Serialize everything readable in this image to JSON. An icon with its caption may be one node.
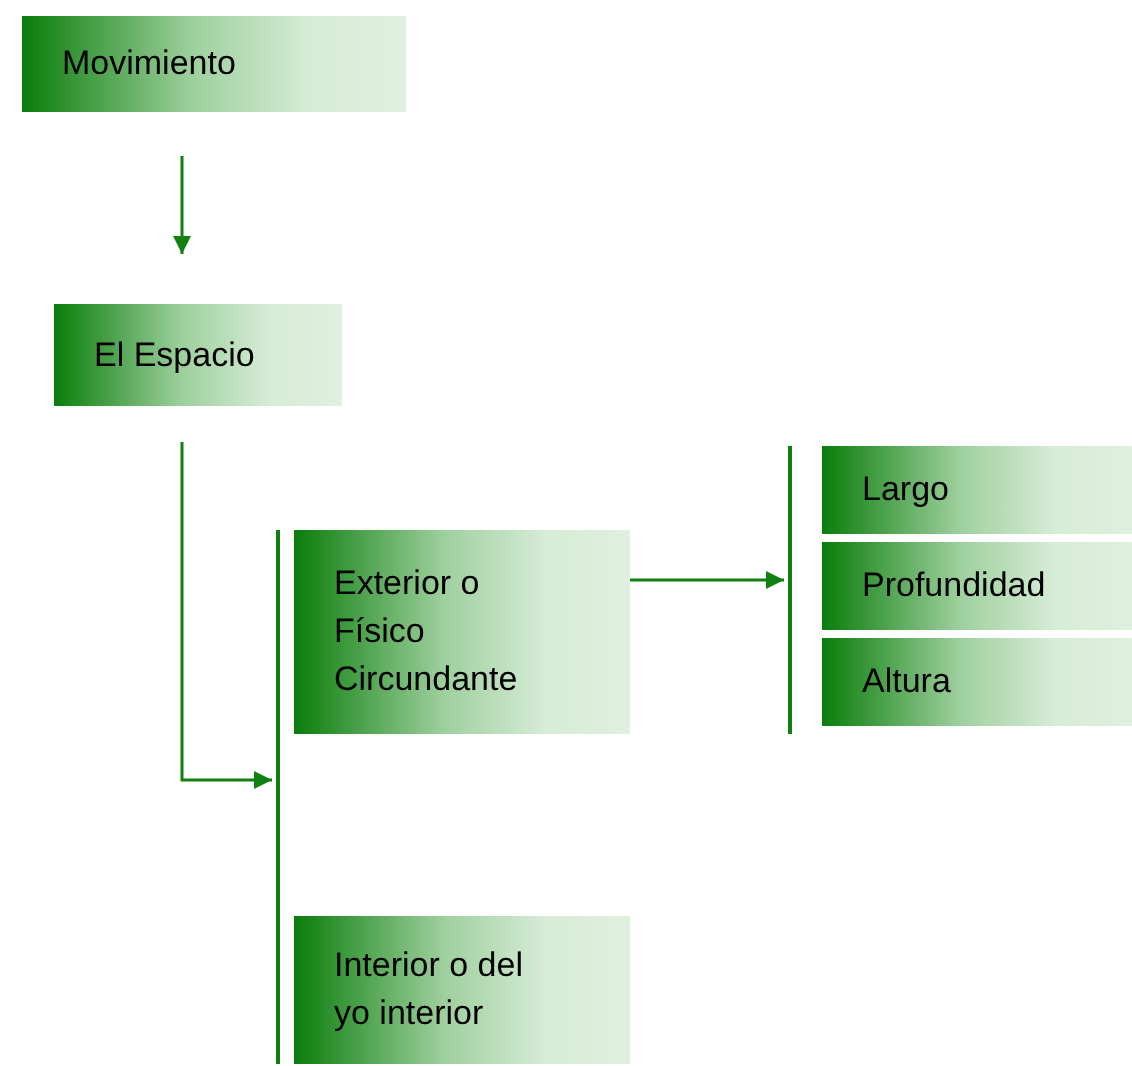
{
  "diagram": {
    "nodes": [
      {
        "text": [
          "Movimiento"
        ]
      },
      {
        "text": [
          "El Espacio"
        ]
      },
      {
        "text": [],
        "shape": "bar"
      },
      {
        "text": [
          "Exterior o Físico Circundante"
        ]
      },
      {
        "text": [
          "Interior o del yo interior"
        ]
      },
      {
        "text": [],
        "shape": "bar"
      },
      {
        "text": [
          "Largo"
        ]
      },
      {
        "text": [
          "Profundidad"
        ]
      },
      {
        "text": [
          "Altura"
        ]
      }
    ],
    "edges": [
      {
        "from": 0,
        "to": 1,
        "arrow": "to"
      },
      {
        "from": 1,
        "to": 2,
        "arrow": "to"
      },
      {
        "from": 3,
        "to": 5,
        "arrow": "to"
      }
    ]
  }
}
